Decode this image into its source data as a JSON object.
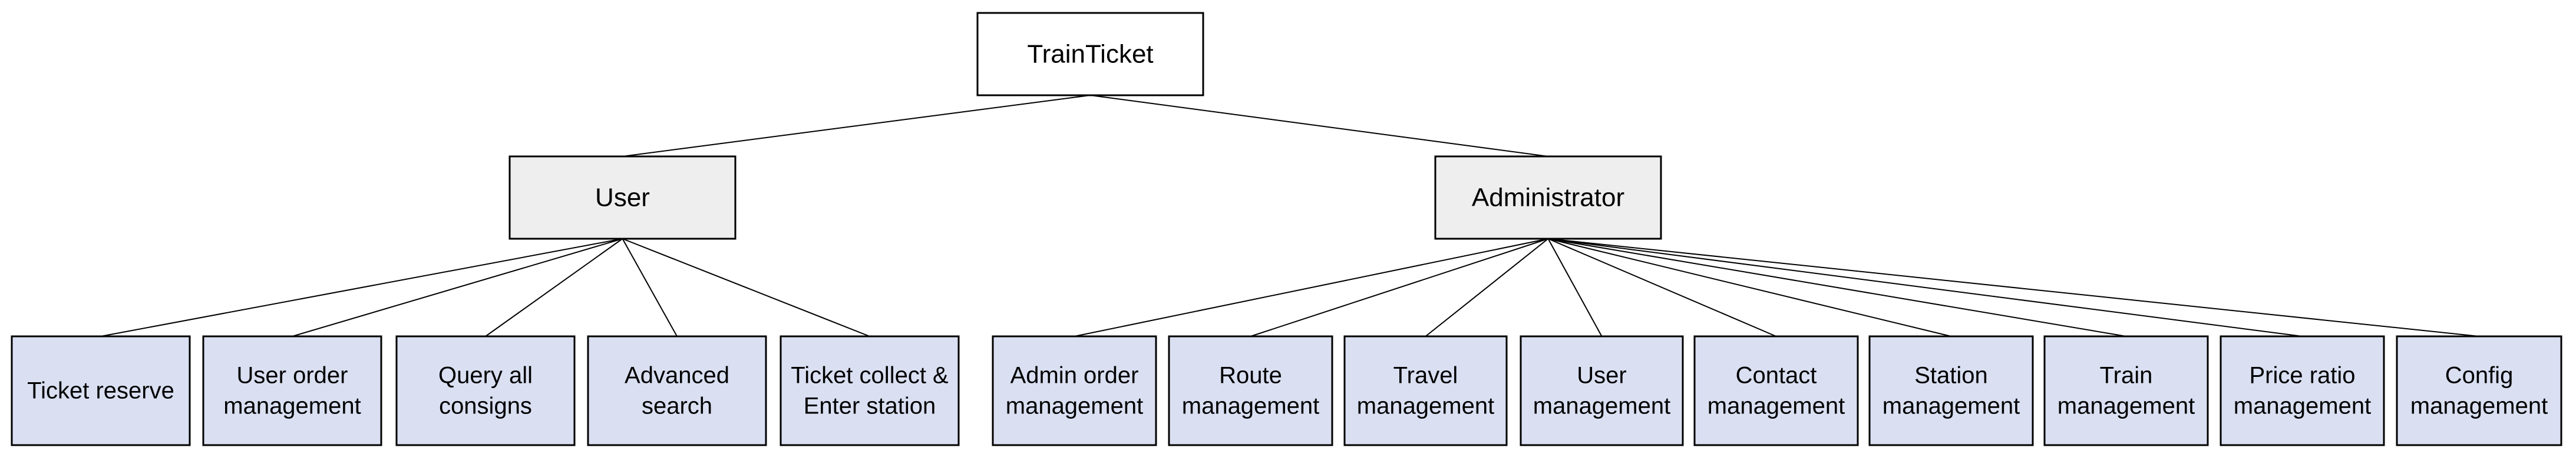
{
  "colors": {
    "root_fill": "#ffffff",
    "branch_fill": "#eeeeee",
    "leaf_fill": "#dae0f2",
    "border": "#000000"
  },
  "root": {
    "id": "root",
    "label": "TrainTicket"
  },
  "branches": [
    {
      "id": "user",
      "label": "User",
      "children": [
        {
          "id": "ticket-reserve",
          "lines": [
            "Ticket reserve"
          ]
        },
        {
          "id": "user-order-management",
          "lines": [
            "User order",
            "management"
          ]
        },
        {
          "id": "query-all-consigns",
          "lines": [
            "Query all",
            "consigns"
          ]
        },
        {
          "id": "advanced-search",
          "lines": [
            "Advanced",
            "search"
          ]
        },
        {
          "id": "ticket-collect-enter-station",
          "lines": [
            "Ticket collect &",
            "Enter station"
          ]
        }
      ]
    },
    {
      "id": "administrator",
      "label": "Administrator",
      "children": [
        {
          "id": "admin-order-management",
          "lines": [
            "Admin order",
            "management"
          ]
        },
        {
          "id": "route-management",
          "lines": [
            "Route",
            "management"
          ]
        },
        {
          "id": "travel-management",
          "lines": [
            "Travel",
            "management"
          ]
        },
        {
          "id": "user-management",
          "lines": [
            "User",
            "management"
          ]
        },
        {
          "id": "contact-management",
          "lines": [
            "Contact",
            "management"
          ]
        },
        {
          "id": "station-management",
          "lines": [
            "Station",
            "management"
          ]
        },
        {
          "id": "train-management",
          "lines": [
            "Train",
            "management"
          ]
        },
        {
          "id": "price-ratio-management",
          "lines": [
            "Price ratio",
            "management"
          ]
        },
        {
          "id": "config-management",
          "lines": [
            "Config",
            "management"
          ]
        }
      ]
    }
  ]
}
